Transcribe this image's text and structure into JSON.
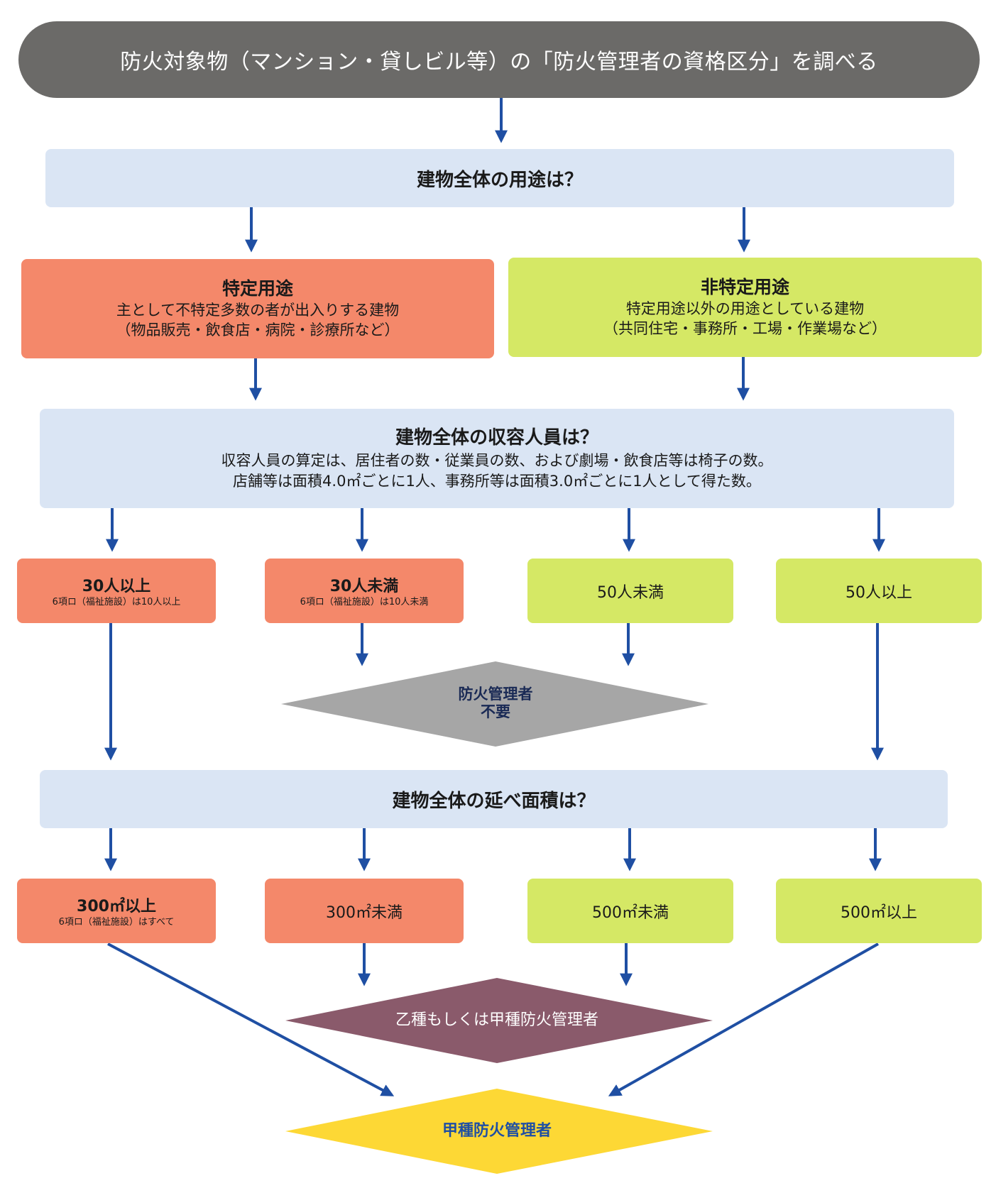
{
  "header": {
    "title": "防火対象物（マンション・貸しビル等）の「防火管理者の資格区分」を調べる"
  },
  "q1": {
    "title": "建物全体の用途は？"
  },
  "specific": {
    "title": "特定用途",
    "desc": "主として不特定多数の者が出入りする建物",
    "examples": "（物品販売・飲食店・病院・診療所など）"
  },
  "nonspecific": {
    "title": "非特定用途",
    "desc": "特定用途以外の用途としている建物",
    "examples": "（共同住宅・事務所・工場・作業場など）"
  },
  "q2": {
    "title": "建物全体の収容人員は？",
    "line1": "収容人員の算定は、居住者の数・従業員の数、および劇場・飲食店等は椅子の数。",
    "line2": "店舗等は面積4.0㎡ごとに1人、事務所等は面積3.0㎡ごとに1人として得た数。"
  },
  "occupancy": [
    {
      "label": "30人以上",
      "note": "6項ロ（福祉施設）は10人以上"
    },
    {
      "label": "30人未満",
      "note": "6項ロ（福祉施設）は10人未満"
    },
    {
      "label": "50人未満"
    },
    {
      "label": "50人以上"
    }
  ],
  "not_required": {
    "line1": "防火管理者",
    "line2": "不要"
  },
  "q3": {
    "title": "建物全体の延べ面積は？"
  },
  "area": [
    {
      "label": "300㎡以上",
      "note": "6項ロ（福祉施設）はすべて"
    },
    {
      "label": "300㎡未満"
    },
    {
      "label": "500㎡未満"
    },
    {
      "label": "500㎡以上"
    }
  ],
  "otsu_or_ko": {
    "label": "乙種もしくは甲種防火管理者"
  },
  "ko": {
    "label": "甲種防火管理者"
  },
  "colors": {
    "arrow": "#1f4fa3",
    "orange": "#f4886a",
    "green": "#d5e865",
    "question": "#dae5f4",
    "gray_diamond": "#a6a6a6",
    "purple_diamond": "#8a5a6b",
    "yellow_diamond": "#fdd835"
  }
}
